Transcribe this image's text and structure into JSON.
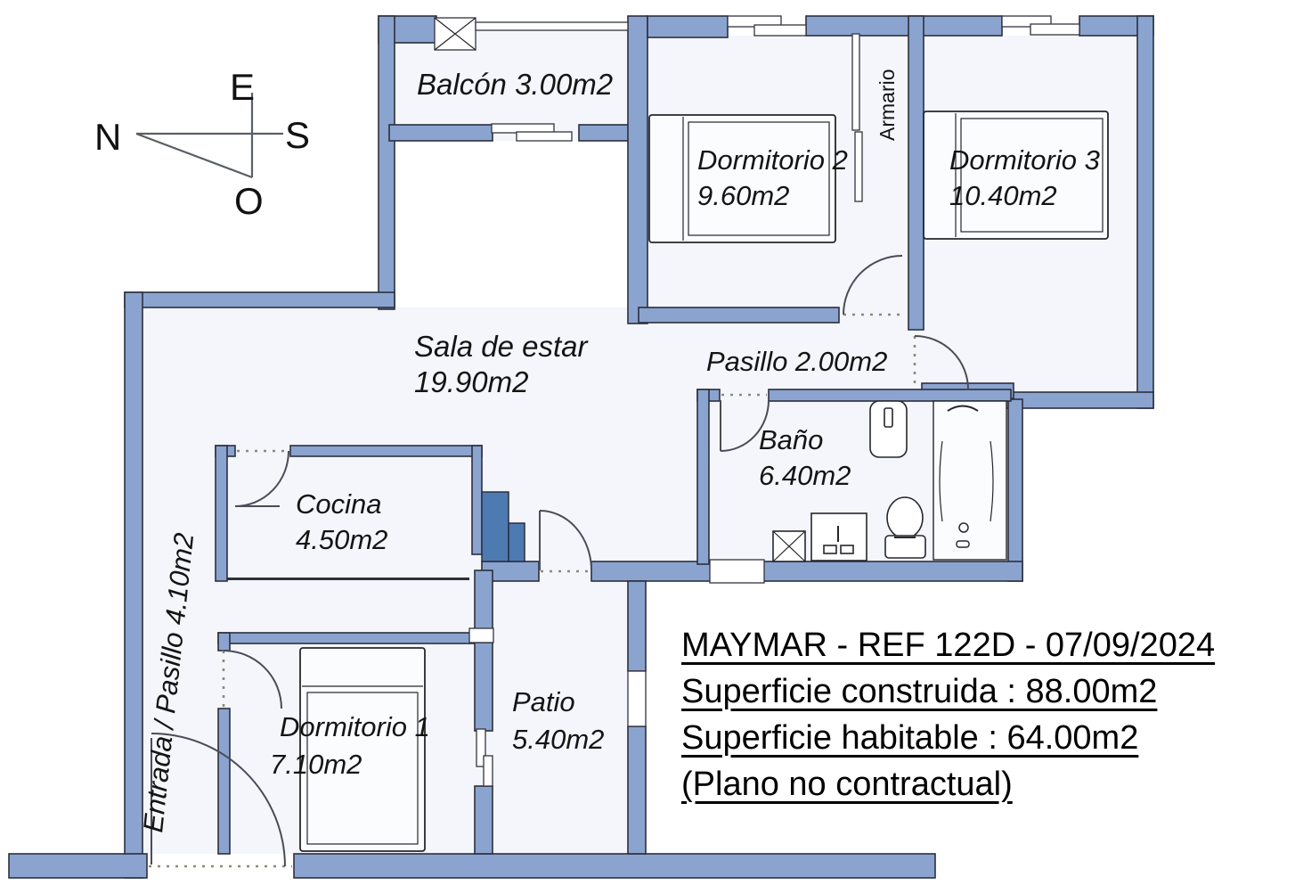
{
  "page": {
    "type": "apartment-floor-plan"
  },
  "compass": {
    "n": "N",
    "e": "E",
    "s": "S",
    "o": "O"
  },
  "rooms": [
    {
      "label": "Balcón 3.00m2"
    },
    {
      "name": "Dormitorio 2",
      "area": "9.60m2"
    },
    {
      "name": "Dormitorio 3",
      "area": "10.40m2"
    },
    {
      "name": "Armario"
    },
    {
      "name": "Sala de estar",
      "area": "19.90m2"
    },
    {
      "label": "Pasillo 2.00m2"
    },
    {
      "name": "Baño",
      "area": "6.40m2"
    },
    {
      "name": "Cocina",
      "area": "4.50m2"
    },
    {
      "label": "Entrada / Pasillo 4.10m2"
    },
    {
      "name": "Dormitorio 1",
      "area": "7.10m2"
    },
    {
      "name": "Patio",
      "area": "5.40m2"
    }
  ],
  "title_block": {
    "line1": "MAYMAR - REF 122D - 07/09/2024",
    "line2": "Superficie construida : 88.00m2",
    "line3": "Superficie habitable : 64.00m2",
    "line4": "(Plano no contractual)"
  },
  "colors": {
    "wall": "#8ba4cf",
    "stairs": "#4e7ab2",
    "outline": "#2c2f3e",
    "floor": "#f4f6fb",
    "background": "#ffffff",
    "text": "#111111"
  }
}
